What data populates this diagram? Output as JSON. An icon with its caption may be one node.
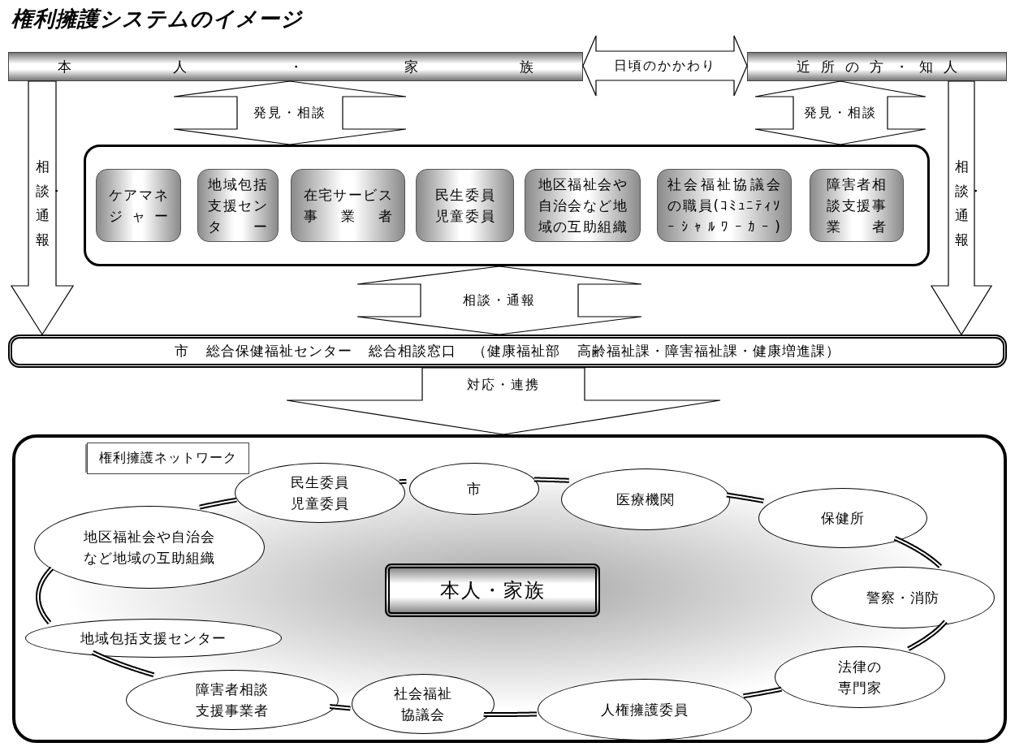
{
  "diagram": {
    "title": "権利擁護システムのイメージ",
    "nodes": [
      {
        "text": [
          "本人・家族"
        ]
      },
      {
        "text": [
          "近所の方・知人"
        ]
      },
      {
        "text": [],
        "shape": "box"
      },
      {
        "text": [
          "ケアマネジャー"
        ],
        "in": 2
      },
      {
        "text": [
          "地域包括支援センター"
        ],
        "in": 2
      },
      {
        "text": [
          "在宅サービス事業者"
        ],
        "in": 2
      },
      {
        "text": [
          "民生委員児童委員"
        ],
        "in": 2
      },
      {
        "text": [
          "地区福祉会や自治会など地域の互助組織"
        ],
        "in": 2
      },
      {
        "text": [
          "社会福祉協議会の職員(ｺﾐｭﾆﾃｨｿｰｼｬﾙﾜｰｶｰ)"
        ],
        "in": 2
      },
      {
        "text": [
          "障害者相談支援事業者"
        ],
        "in": 2
      },
      {
        "text": [
          "市 総合保健福祉センター 総合相談窓口 （健康福祉部 高齢福祉課・障害福祉課・健康増進課）"
        ]
      },
      {
        "text": [
          "権利擁護ネットワーク"
        ]
      },
      {
        "text": [
          "本人・家族"
        ],
        "in": 11
      },
      {
        "text": [
          "民生委員児童委員"
        ],
        "in": 11
      },
      {
        "text": [
          "市"
        ],
        "in": 11
      },
      {
        "text": [
          "医療機関"
        ],
        "in": 11
      },
      {
        "text": [
          "保健所"
        ],
        "in": 11
      },
      {
        "text": [
          "地区福祉会や自治会など地域の互助組織"
        ],
        "in": 11
      },
      {
        "text": [
          "警察・消防"
        ],
        "in": 11
      },
      {
        "text": [
          "地域包括支援センター"
        ],
        "in": 11
      },
      {
        "text": [
          "法律の専門家"
        ],
        "in": 11
      },
      {
        "text": [
          "障害者相談支援事業者"
        ],
        "in": 11
      },
      {
        "text": [
          "社会福祉協議会"
        ],
        "in": 11
      },
      {
        "text": [
          "人権擁護委員"
        ],
        "in": 11
      }
    ],
    "edges": [
      {
        "from": 0,
        "to": 1,
        "arrow": "both",
        "label": "日頃のかかわり"
      },
      {
        "from": 0,
        "to": 2,
        "arrow": "both",
        "label": "発見・相談"
      },
      {
        "from": 1,
        "to": 2,
        "arrow": "both",
        "label": "発見・相談"
      },
      {
        "from": 0,
        "to": 10,
        "arrow": "to",
        "label": "相談・通報"
      },
      {
        "from": 1,
        "to": 10,
        "arrow": "to",
        "label": "相談・通報"
      },
      {
        "from": 2,
        "to": 10,
        "arrow": "both",
        "label": "相談・通報"
      },
      {
        "from": 10,
        "to": 11,
        "arrow": "to",
        "label": "対応・連携"
      },
      {
        "from": 13,
        "to": 14,
        "arrow": "none"
      },
      {
        "from": 14,
        "to": 15,
        "arrow": "none"
      },
      {
        "from": 15,
        "to": 16,
        "arrow": "none"
      },
      {
        "from": 16,
        "to": 18,
        "arrow": "none"
      },
      {
        "from": 18,
        "to": 20,
        "arrow": "none"
      },
      {
        "from": 20,
        "to": 23,
        "arrow": "none"
      },
      {
        "from": 23,
        "to": 22,
        "arrow": "none"
      },
      {
        "from": 22,
        "to": 21,
        "arrow": "none"
      },
      {
        "from": 21,
        "to": 19,
        "arrow": "none"
      },
      {
        "from": 19,
        "to": 17,
        "arrow": "none"
      },
      {
        "from": 17,
        "to": 13,
        "arrow": "none"
      }
    ]
  }
}
